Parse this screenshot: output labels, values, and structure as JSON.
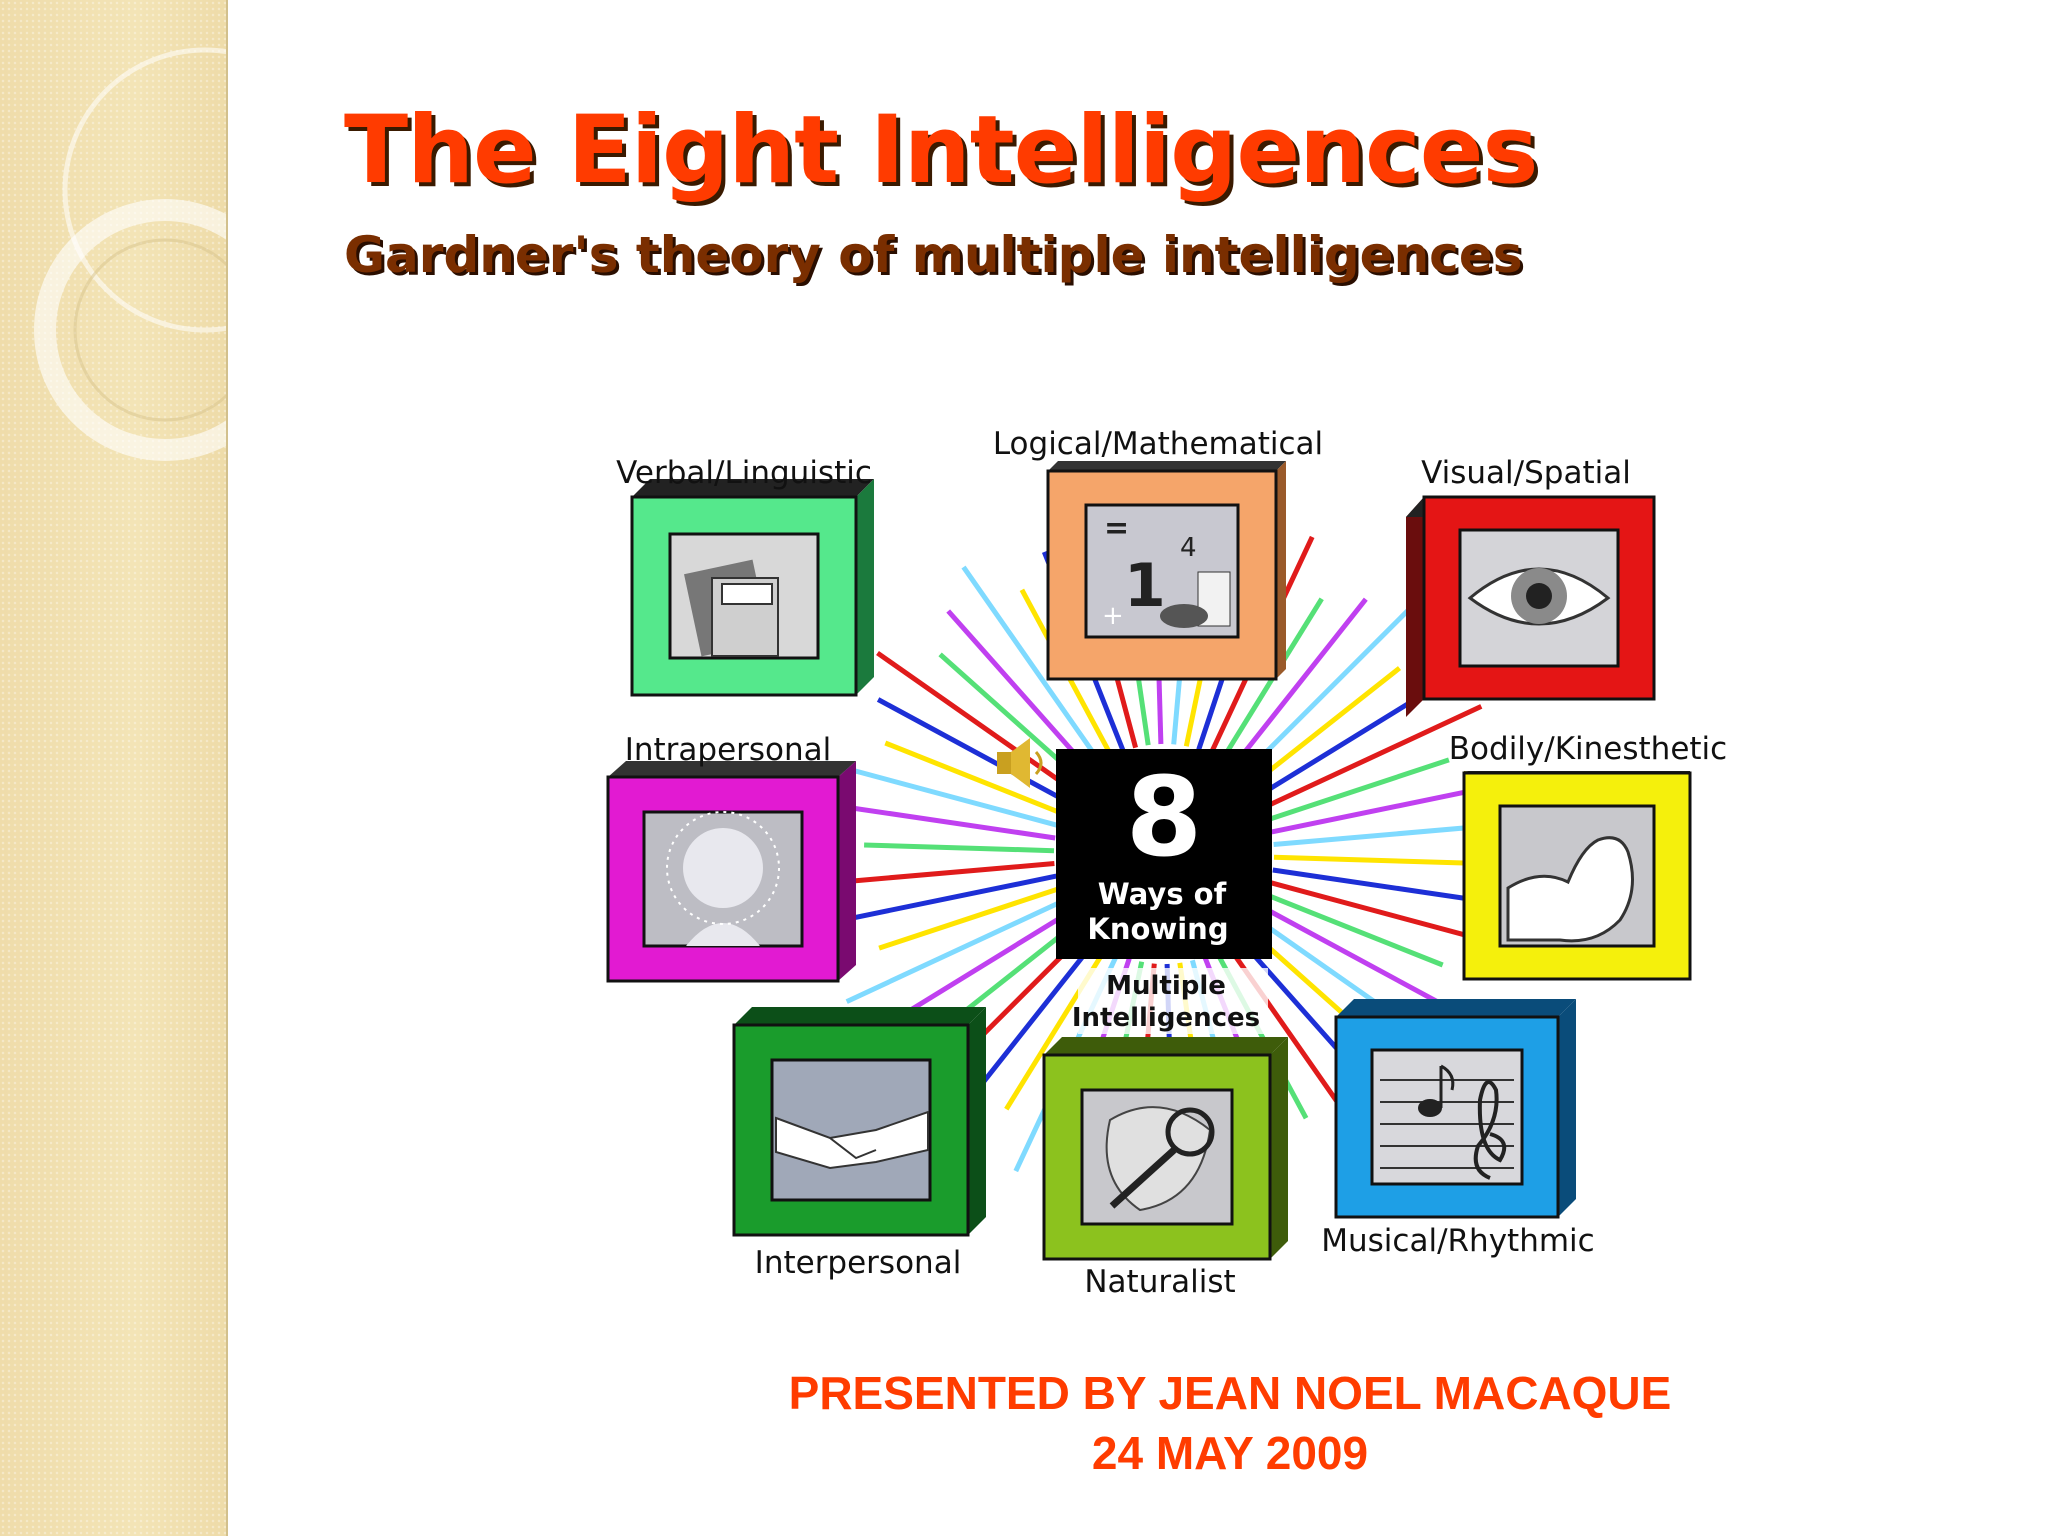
{
  "slide": {
    "title": "The Eight Intelligences",
    "subtitle": "Gardner's theory of multiple intelligences",
    "footer_line1": "PRESENTED  BY  JEAN NOEL MACAQUE",
    "footer_line2": "24 MAY 2009"
  },
  "diagram": {
    "center_number": "8",
    "center_line1": "Ways of",
    "center_line2": "Knowing",
    "caption_line1": "Multiple",
    "caption_line2": "Intelligences",
    "intelligences": [
      {
        "label": "Verbal/Linguistic",
        "color": "#55e88c",
        "icon": "book-icon"
      },
      {
        "label": "Logical/Mathematical",
        "color": "#f5a56a",
        "icon": "math-icon"
      },
      {
        "label": "Visual/Spatial",
        "color": "#e41515",
        "icon": "eye-icon"
      },
      {
        "label": "Intrapersonal",
        "color": "#e21ad2",
        "icon": "head-icon"
      },
      {
        "label": "Bodily/Kinesthetic",
        "color": "#f5f00c",
        "icon": "arm-icon"
      },
      {
        "label": "Interpersonal",
        "color": "#1a9c2c",
        "icon": "handshake-icon"
      },
      {
        "label": "Naturalist",
        "color": "#8cc21e",
        "icon": "leaf-icon"
      },
      {
        "label": "Musical/Rhythmic",
        "color": "#1e9fe6",
        "icon": "music-icon"
      }
    ],
    "ray_colors": [
      "#ffe400",
      "#1d2fd6",
      "#e01b1b",
      "#55e077",
      "#c040f0",
      "#7fdaff"
    ],
    "speaker_icon": "speaker-icon"
  }
}
